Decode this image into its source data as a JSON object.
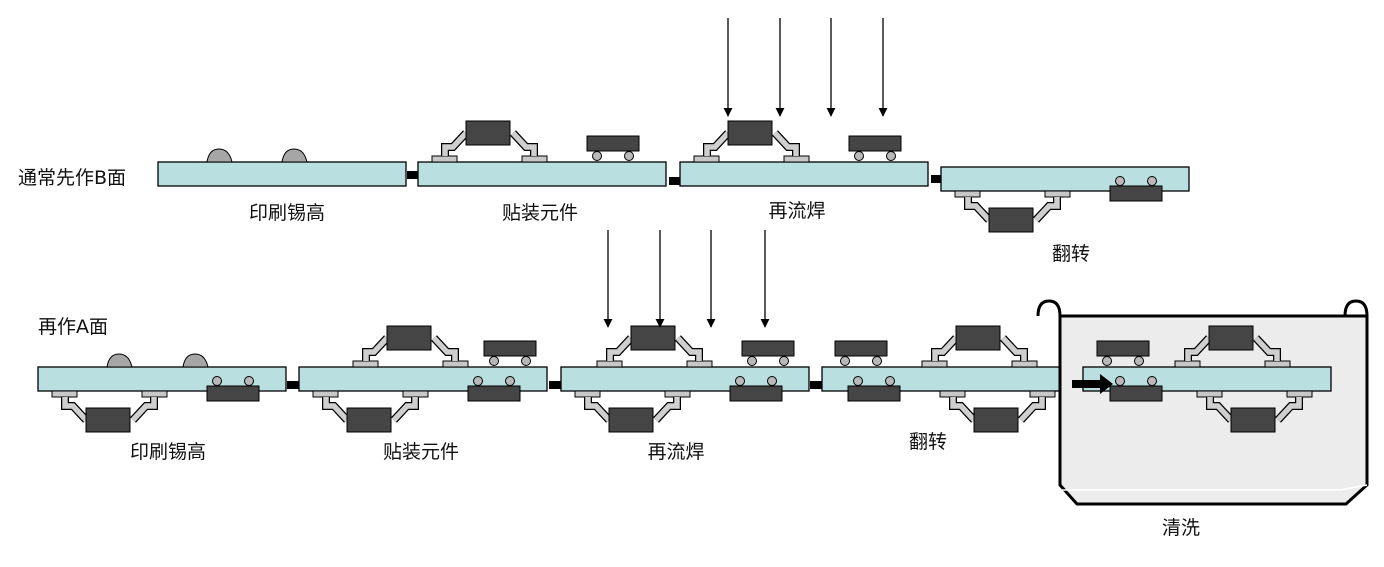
{
  "row_b": {
    "side_label": "通常先作B面",
    "steps": [
      "印刷锡高",
      "贴装元件",
      "再流焊",
      "翻转"
    ]
  },
  "row_a": {
    "side_label": "再作A面",
    "steps": [
      "印刷锡高",
      "贴装元件",
      "再流焊",
      "翻转",
      "清洗"
    ]
  },
  "colors": {
    "board_fill": "#b9dfe0",
    "component_fill": "#454545",
    "lead_fill": "#c8c8c8",
    "paste_fill": "#a6a6a6",
    "tank_fill": "#ececec",
    "stroke": "#000000"
  }
}
